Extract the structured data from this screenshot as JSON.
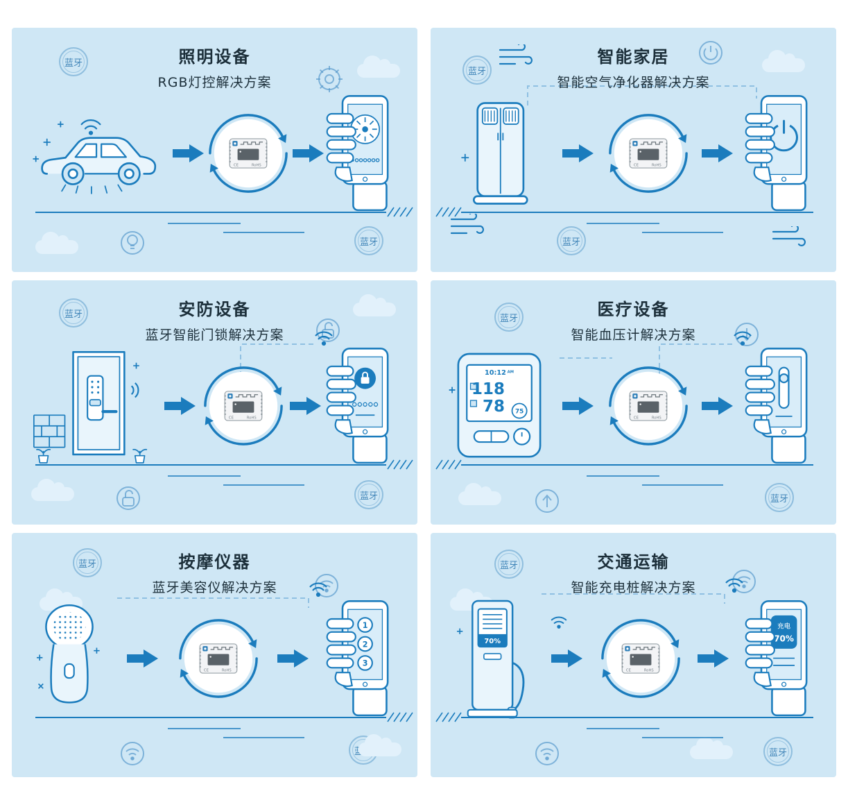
{
  "badge": {
    "label": "蓝牙"
  },
  "module": {
    "ce": "CE",
    "rohs": "RoHS"
  },
  "panels": [
    {
      "title": "照明设备",
      "subtitle": "RGB灯控解决方案"
    },
    {
      "title": "智能家居",
      "subtitle": "智能空气净化器解决方案"
    },
    {
      "title": "安防设备",
      "subtitle": "蓝牙智能门锁解决方案"
    },
    {
      "title": "医疗设备",
      "subtitle": "智能血压计解决方案"
    },
    {
      "title": "按摩仪器",
      "subtitle": "蓝牙美容仪解决方案"
    },
    {
      "title": "交通运输",
      "subtitle": "智能充电桩解决方案"
    }
  ],
  "medical": {
    "time": "10:12",
    "ampm": "AM",
    "systolic": "118",
    "diastolic": "78",
    "pulse": "75"
  },
  "beauty": {
    "buttons": [
      "1",
      "2",
      "3"
    ]
  },
  "charging": {
    "pile_percent": "70%",
    "phone_label": "充电",
    "phone_percent": "70%"
  },
  "colors": {
    "panel_bg": "#cfe7f5",
    "primary": "#1b7cbd",
    "title_text": "#1c2f3a",
    "chip_dark": "#5a6268"
  }
}
